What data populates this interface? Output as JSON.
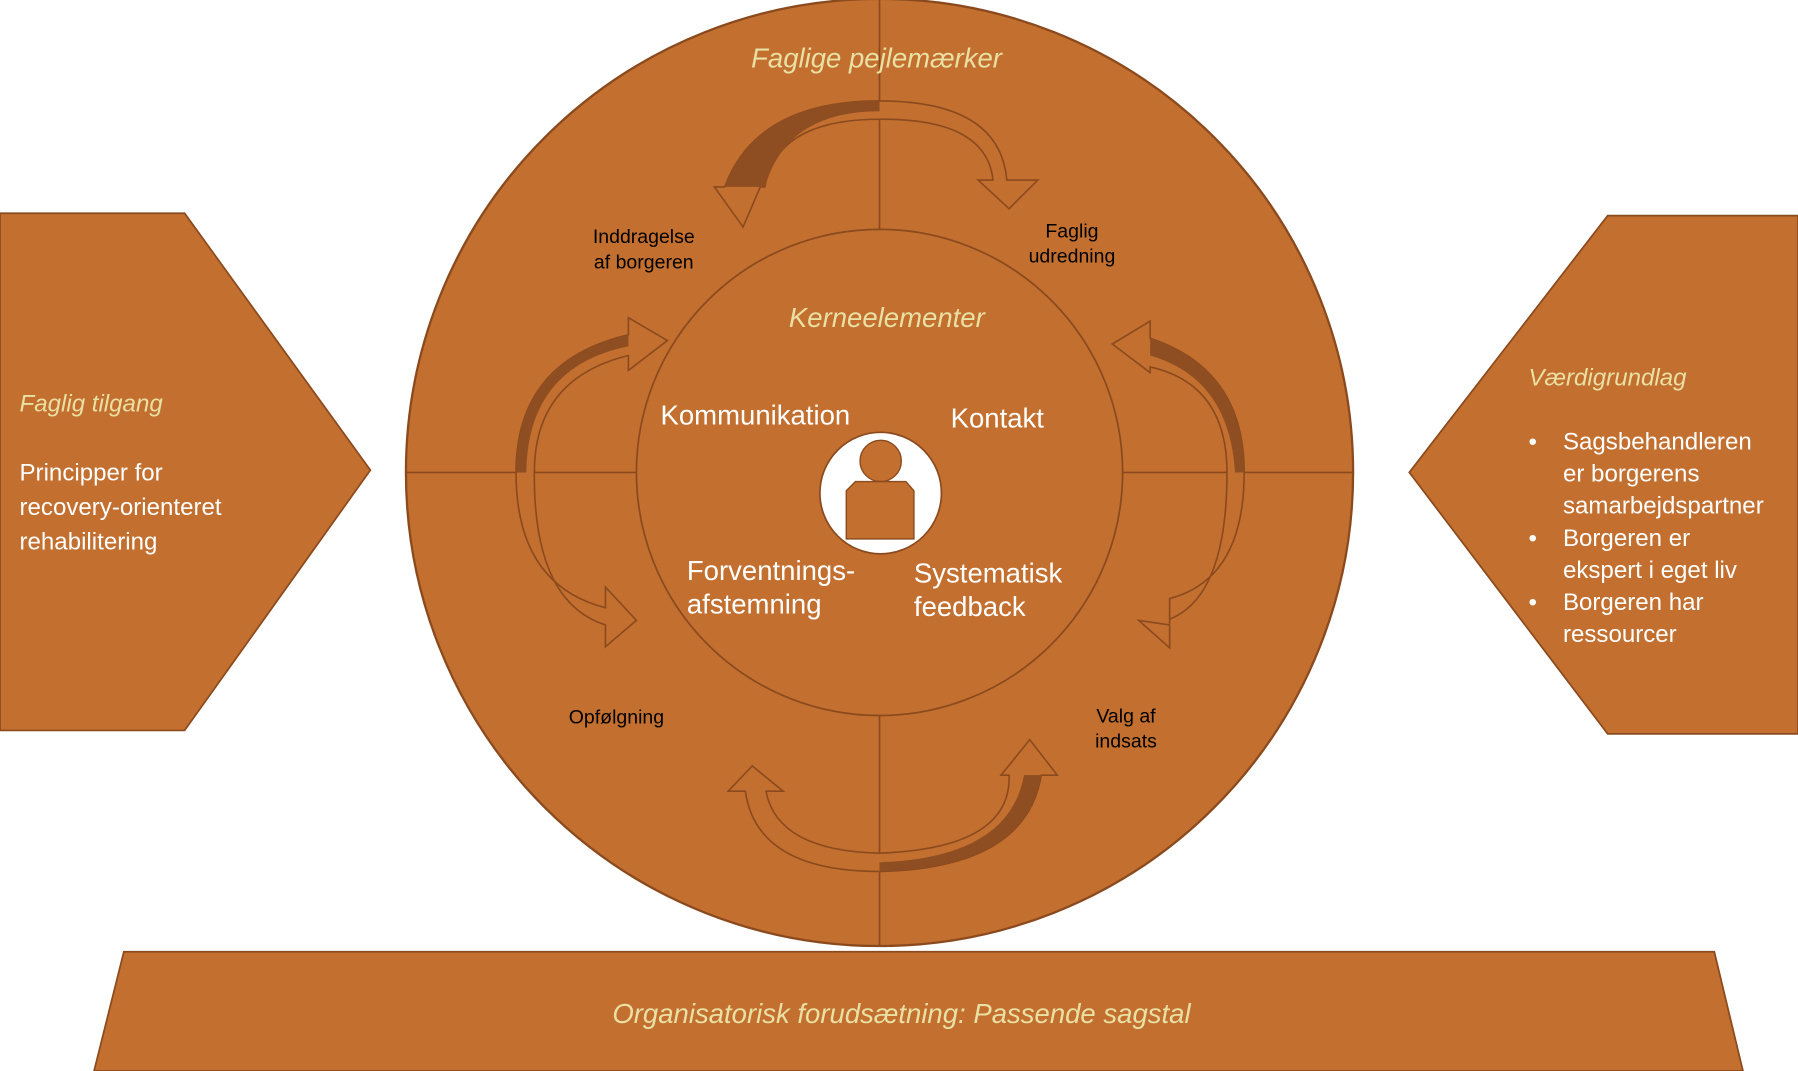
{
  "colors": {
    "fill": "#c26f2f",
    "stroke": "#8b4a1e",
    "arrow_dark": "#8e4e22",
    "heading": "#e9e0a3",
    "text": "#ffffff"
  },
  "icons": {
    "center": "person-icon"
  },
  "outer_ring": {
    "heading": "Faglige pejlemærker"
  },
  "inner_circle": {
    "heading": "Kerneelementer"
  },
  "core_elements": {
    "top_left": "Kommunikation",
    "top_right": "Kontakt",
    "bottom_left": [
      "Forventnings-",
      "afstemning"
    ],
    "bottom_right": [
      "Systematisk",
      "feedback"
    ]
  },
  "cycle_steps": {
    "top_left": [
      "Inddragelse",
      "af borgeren"
    ],
    "top_right": [
      "Faglig",
      "udredning"
    ],
    "bottom_right": [
      "Valg af",
      "indsats"
    ],
    "bottom_left": [
      "Opfølgning"
    ]
  },
  "left_panel": {
    "heading": "Faglig tilgang",
    "body": [
      "Principper for",
      "recovery-orienteret",
      "rehabilitering"
    ]
  },
  "right_panel": {
    "heading": "Værdigrundlag",
    "bullets": [
      [
        "Sagsbehandleren",
        "er borgerens",
        "samarbejdspartner"
      ],
      [
        "Borgeren er",
        "ekspert i eget liv"
      ],
      [
        "Borgeren har",
        "ressourcer"
      ]
    ]
  },
  "bottom_bar": {
    "text": "Organisatorisk forudsætning: Passende sagstal"
  }
}
